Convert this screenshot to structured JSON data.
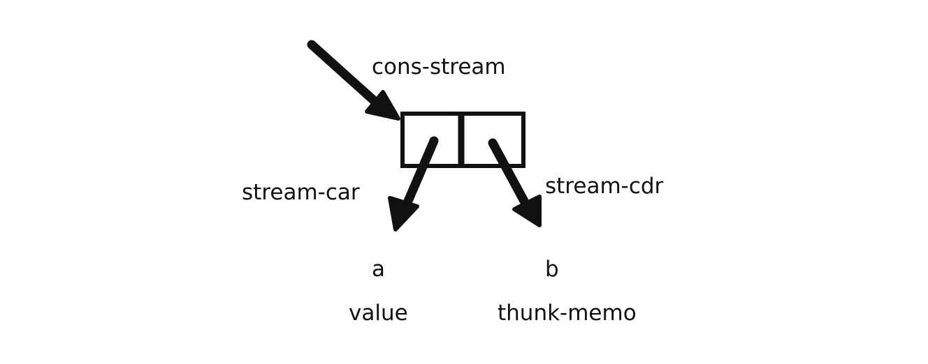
{
  "diagram": {
    "constructor_label": "cons-stream",
    "car_label": "stream-car",
    "cdr_label": "stream-cdr",
    "car_value": "a",
    "car_kind": "value",
    "cdr_value": "b",
    "cdr_kind": "thunk-memo"
  },
  "colors": {
    "stroke": "#111111",
    "background": "#ffffff"
  }
}
